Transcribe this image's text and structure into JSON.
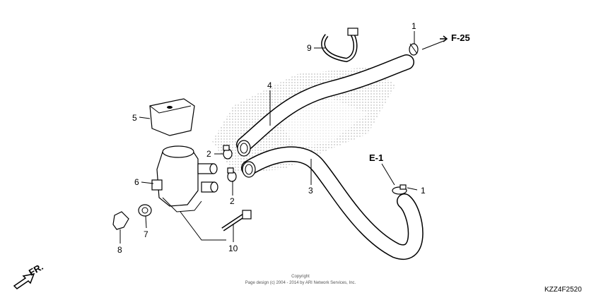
{
  "callouts": {
    "c1_top": "1",
    "c1_right": "1",
    "c2_upper": "2",
    "c2_lower": "2",
    "c3": "3",
    "c4": "4",
    "c5": "5",
    "c6": "6",
    "c7": "7",
    "c8": "8",
    "c9": "9",
    "c10": "10"
  },
  "references": {
    "f25": "F-25",
    "e1": "E-1"
  },
  "direction_label": "FR.",
  "copyright_line1": "Copyright",
  "copyright_line2": "Page design (c) 2004 - 2014 by ARI Network Services, Inc.",
  "diagram_code": "KZZ4F2520"
}
